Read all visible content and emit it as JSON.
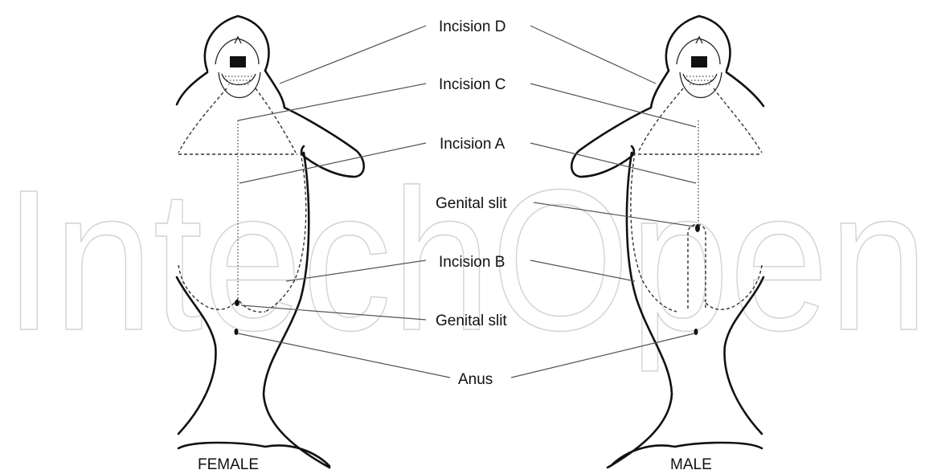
{
  "watermark": "IntechOpen",
  "labels": {
    "incision_d": "Incision D",
    "incision_c": "Incision C",
    "incision_a": "Incision A",
    "genital_slit_male": "Genital slit",
    "incision_b": "Incision B",
    "genital_slit_female": "Genital slit",
    "anus": "Anus"
  },
  "sex_labels": {
    "female": "FEMALE",
    "male": "MALE"
  }
}
